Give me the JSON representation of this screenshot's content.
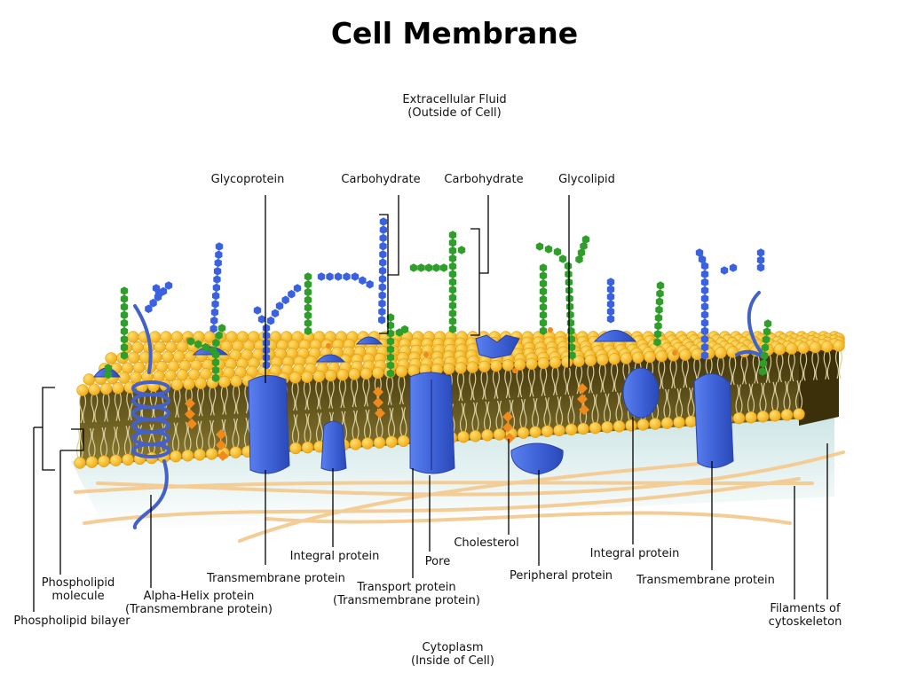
{
  "title": "Cell Membrane",
  "colors": {
    "head": "#f2b417",
    "head_highlight": "#fde070",
    "protein": "#3f63d8",
    "carb_blue": "#3a62e0",
    "carb_green": "#2f9e2a",
    "cholesterol": "#f08a1c",
    "filament": "#f0c890",
    "cytoplasm": "#cfe6e6",
    "tail": "#d9cfa0",
    "inner_dark": "#5a4810"
  },
  "labels": {
    "extracellular": [
      "Extracellular Fluid",
      "(Outside of Cell)"
    ],
    "cytoplasm": [
      "Cytoplasm",
      "(Inside of Cell)"
    ],
    "glycoprotein": "Glycoprotein",
    "carbohydrate_1": "Carbohydrate",
    "carbohydrate_2": "Carbohydrate",
    "glycolipid": "Glycolipid",
    "phospholipid_molecule": [
      "Phospholipid",
      "molecule"
    ],
    "phospholipid_bilayer": "Phospholipid bilayer",
    "alpha_helix": [
      "Alpha-Helix protein",
      "(Transmembrane protein)"
    ],
    "transmembrane_1": "Transmembrane protein",
    "integral_1": "Integral protein",
    "transport": [
      "Transport protein",
      "(Transmembrane protein)"
    ],
    "pore": "Pore",
    "cholesterol": "Cholesterol",
    "peripheral": "Peripheral protein",
    "integral_2": "Integral protein",
    "transmembrane_2": "Transmembrane protein",
    "filaments": [
      "Filaments of",
      "cytoskeleton"
    ]
  }
}
